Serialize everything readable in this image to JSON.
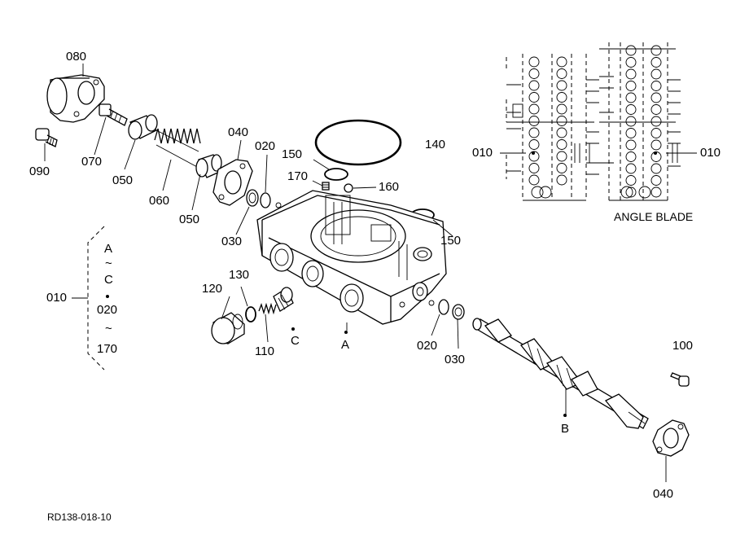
{
  "figure_code": "RD138-018-10",
  "inset": {
    "caption": "ANGLE BLADE"
  },
  "part_labels": {
    "p080": "080",
    "p090": "090",
    "p070": "070",
    "p050a": "050",
    "p060": "060",
    "p050b": "050",
    "p040a": "040",
    "p020a": "020",
    "p030a": "030",
    "p150a": "150",
    "p170": "170",
    "p160": "160",
    "p140": "140",
    "p150b": "150",
    "p010_inset_left": "010",
    "p010_inset_right": "010",
    "p120": "120",
    "p130": "130",
    "p110": "110",
    "p020b": "020",
    "p030b": "030",
    "p100": "100",
    "p040b": "040"
  },
  "assembly_refs": {
    "a": "A",
    "b": "B",
    "c": "C"
  },
  "bracket": {
    "label": "010",
    "line1": "A",
    "line2": "~",
    "line3": "C",
    "line4": "020",
    "line5": "~",
    "line6": "170"
  }
}
